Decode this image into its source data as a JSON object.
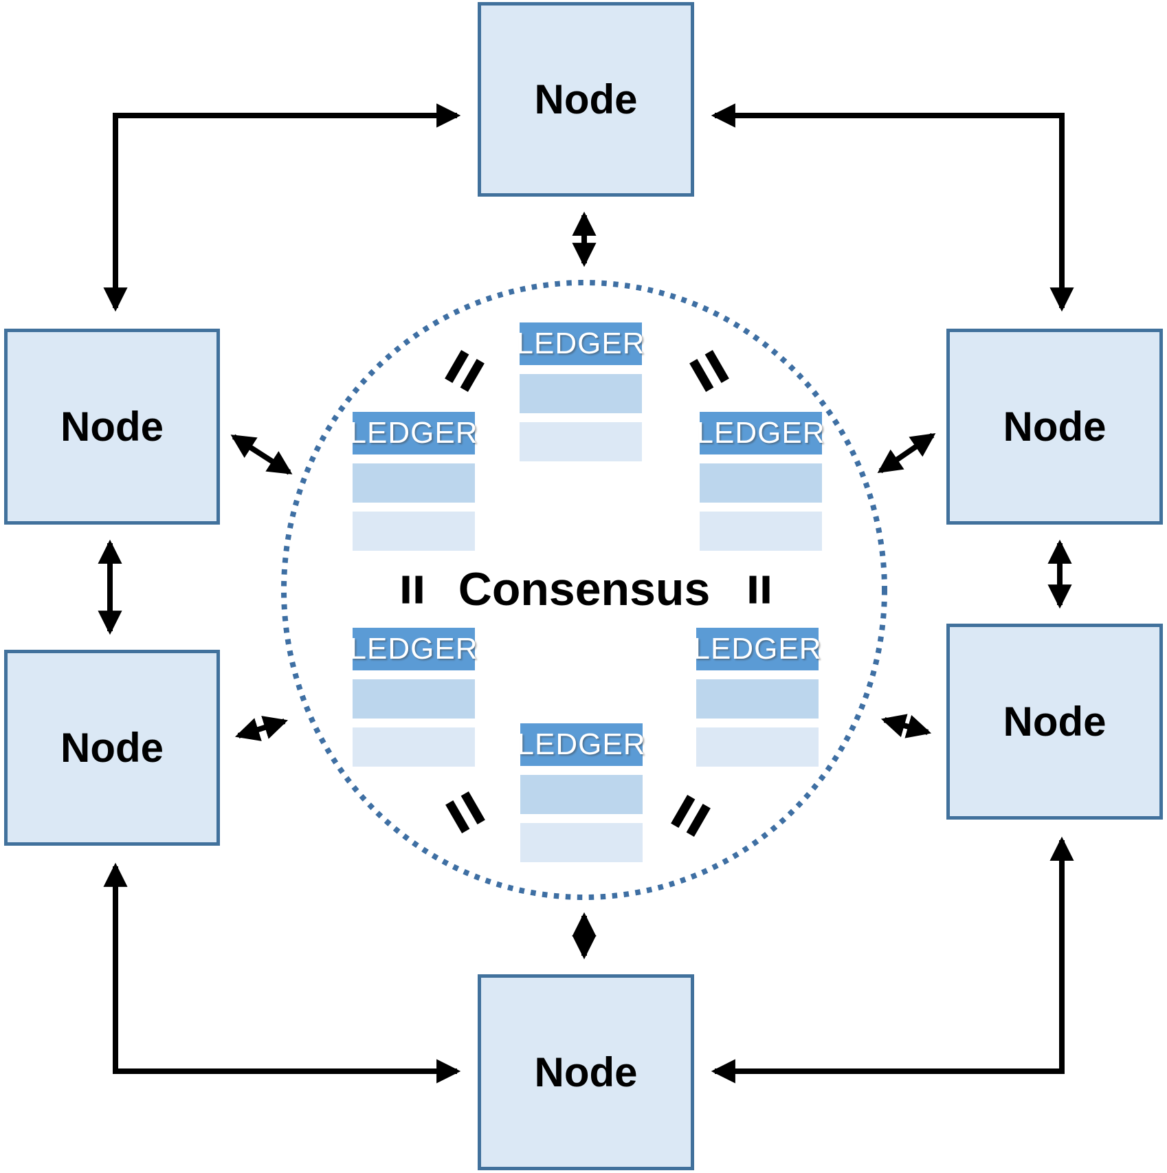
{
  "title": "Peer-to-peer blockchain consensus network diagram",
  "consensus": {
    "label": "Consensus"
  },
  "nodes": [
    {
      "id": "top",
      "label": "Node"
    },
    {
      "id": "left-upper",
      "label": "Node"
    },
    {
      "id": "right-upper",
      "label": "Node"
    },
    {
      "id": "left-lower",
      "label": "Node"
    },
    {
      "id": "right-lower",
      "label": "Node"
    },
    {
      "id": "bottom",
      "label": "Node"
    }
  ],
  "ledgers": [
    {
      "id": "top",
      "label": "LEDGER",
      "rows": 2
    },
    {
      "id": "upper-left",
      "label": "LEDGER",
      "rows": 2
    },
    {
      "id": "upper-right",
      "label": "LEDGER",
      "rows": 2
    },
    {
      "id": "lower-left",
      "label": "LEDGER",
      "rows": 2
    },
    {
      "id": "lower-right",
      "label": "LEDGER",
      "rows": 2
    },
    {
      "id": "bottom",
      "label": "LEDGER",
      "rows": 2
    }
  ],
  "icons": {
    "equals-icon": "=",
    "double-arrow-icon": "↔"
  },
  "colors": {
    "node_fill": "#dbe8f5",
    "node_border": "#41719c",
    "ledger_header": "#5b9bd5",
    "ledger_row_1": "#bcd6ed",
    "ledger_row_2": "#dce8f5",
    "circle_dots": "#3e6fa3",
    "arrows": "#000000",
    "text": "#000000",
    "ledger_text": "#ffffff"
  }
}
